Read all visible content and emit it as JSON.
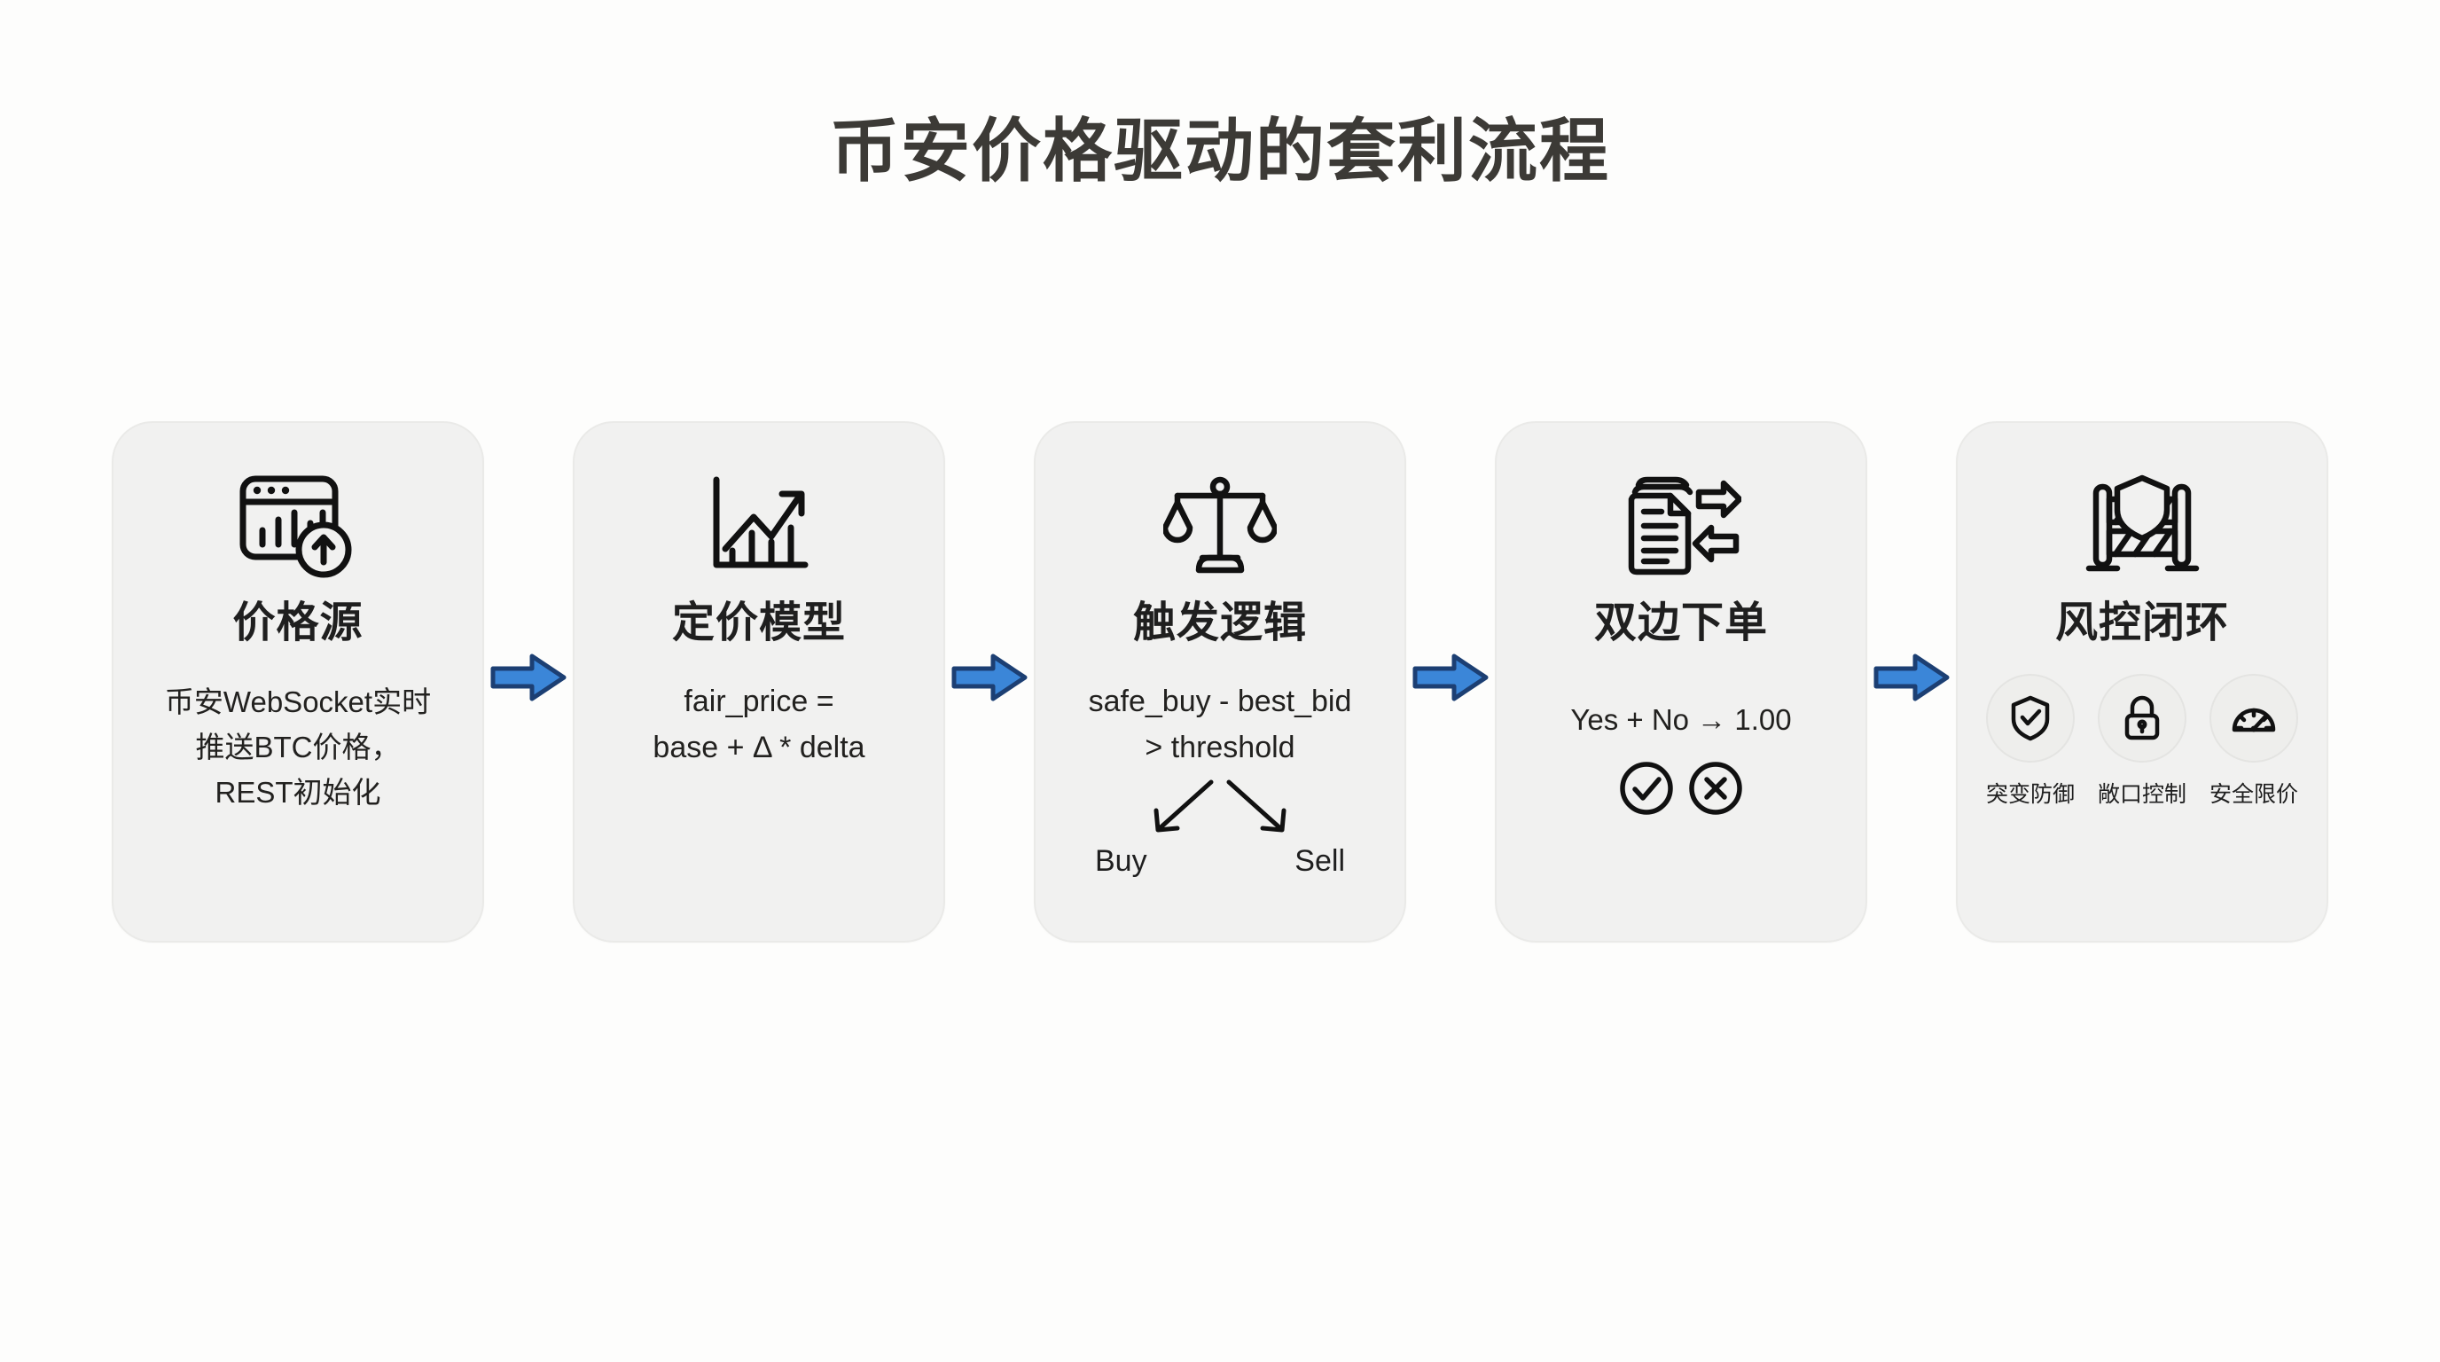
{
  "page": {
    "title": "币安价格驱动的套利流程",
    "background_color": "#fdfdfc",
    "title_color": "#3c3a36",
    "card_background": "#f1f1f0",
    "arrow_color": "#3b86d8",
    "arrow_stroke_color": "#1c3f73"
  },
  "flow": {
    "steps": [
      {
        "id": "price-source",
        "icon": "browser-chart-uparrow-icon",
        "title": "价格源",
        "body": "币安WebSocket实时\n推送BTC价格，\nREST初始化"
      },
      {
        "id": "pricing-model",
        "icon": "growth-chart-icon",
        "title": "定价模型",
        "body": "fair_price =\nbase + Δ * delta"
      },
      {
        "id": "trigger-logic",
        "icon": "balance-scale-icon",
        "title": "触发逻辑",
        "body": "safe_buy - best_bid\n> threshold",
        "branch": {
          "left_label": "Buy",
          "right_label": "Sell"
        }
      },
      {
        "id": "two-sided-order",
        "icon": "documents-exchange-icon",
        "title": "双边下单",
        "body": "Yes + No → 1.00",
        "status_icons": [
          "check-circle-icon",
          "x-circle-icon"
        ]
      },
      {
        "id": "risk-control-loop",
        "icon": "barrier-shield-icon",
        "title": "风控闭环",
        "chips": [
          {
            "icon": "shield-check-icon",
            "label": "突变防御"
          },
          {
            "icon": "lock-icon",
            "label": "敞口控制"
          },
          {
            "icon": "gauge-icon",
            "label": "安全限价"
          }
        ]
      }
    ],
    "connectors": [
      {
        "icon": "right-arrow-icon"
      },
      {
        "icon": "right-arrow-icon"
      },
      {
        "icon": "right-arrow-icon"
      },
      {
        "icon": "right-arrow-icon"
      }
    ]
  }
}
